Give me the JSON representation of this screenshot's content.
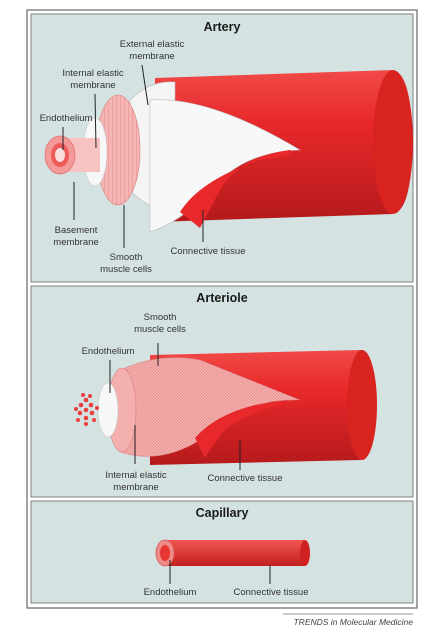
{
  "panels": {
    "artery": {
      "title": "Artery",
      "labels": {
        "external_elastic_1": "External elastic",
        "external_elastic_2": "membrane",
        "internal_elastic_1": "Internal elastic",
        "internal_elastic_2": "membrane",
        "endothelium": "Endothelium",
        "basement_1": "Basement",
        "basement_2": "membrane",
        "smooth_1": "Smooth",
        "smooth_2": "muscle cells",
        "connective": "Connective tissue"
      }
    },
    "arteriole": {
      "title": "Arteriole",
      "labels": {
        "smooth_1": "Smooth",
        "smooth_2": "muscle cells",
        "endothelium": "Endothelium",
        "internal_elastic_1": "Internal elastic",
        "internal_elastic_2": "membrane",
        "connective": "Connective tissue"
      }
    },
    "capillary": {
      "title": "Capillary",
      "labels": {
        "endothelium": "Endothelium",
        "connective": "Connective tissue"
      }
    }
  },
  "credit": "TRENDS in Molecular Medicine",
  "colors": {
    "vessel_red": "#e8282a",
    "vessel_dark": "#c41d1f",
    "muscle_pink": "#f3a8a8",
    "panel_bg": "#d6e3e3",
    "border": "#555555"
  }
}
